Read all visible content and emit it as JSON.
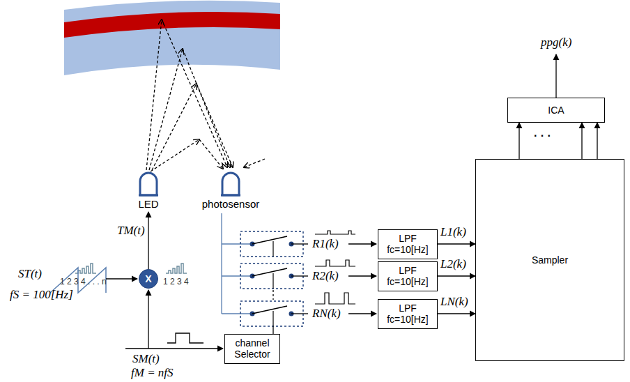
{
  "diagram": {
    "nodes": [
      {
        "text": [
          "LED"
        ]
      },
      {
        "text": [
          "photosensor"
        ]
      },
      {
        "text": [
          "ICA"
        ]
      },
      {
        "text": [
          "LPF fc=10[Hz]"
        ]
      },
      {
        "text": [
          "Sampler"
        ]
      },
      {
        "text": [
          "LPF fc=10[Hz]"
        ]
      },
      {
        "text": [
          "LPF fc=10[Hz]"
        ]
      },
      {
        "text": [
          "X"
        ]
      },
      {
        "text": [
          "channel Selector"
        ]
      }
    ],
    "edges": [
      {
        "from": 7,
        "to": 0,
        "arrow": "to"
      },
      {
        "from": 3,
        "to": 4,
        "arrow": "to"
      },
      {
        "from": 5,
        "to": 4,
        "arrow": "to"
      },
      {
        "from": 6,
        "to": 4,
        "arrow": "to"
      },
      {
        "from": 4,
        "to": 2,
        "arrow": "to"
      },
      {
        "from": 4,
        "to": 2,
        "arrow": "to"
      },
      {
        "from": 4,
        "to": 2,
        "arrow": "to"
      }
    ],
    "labels": [
      "ppg(k)",
      "TM(t)",
      "1 2 3 4 . . . n",
      "1 2 3 4",
      "ST(t)",
      "fS = 100[Hz]",
      "SM(t)",
      "fM = nfS",
      "R1(k)",
      "R2(k)",
      "RN(k)",
      "L1(k)",
      "L2(k)",
      "LN(k)",
      "· · ·"
    ]
  }
}
